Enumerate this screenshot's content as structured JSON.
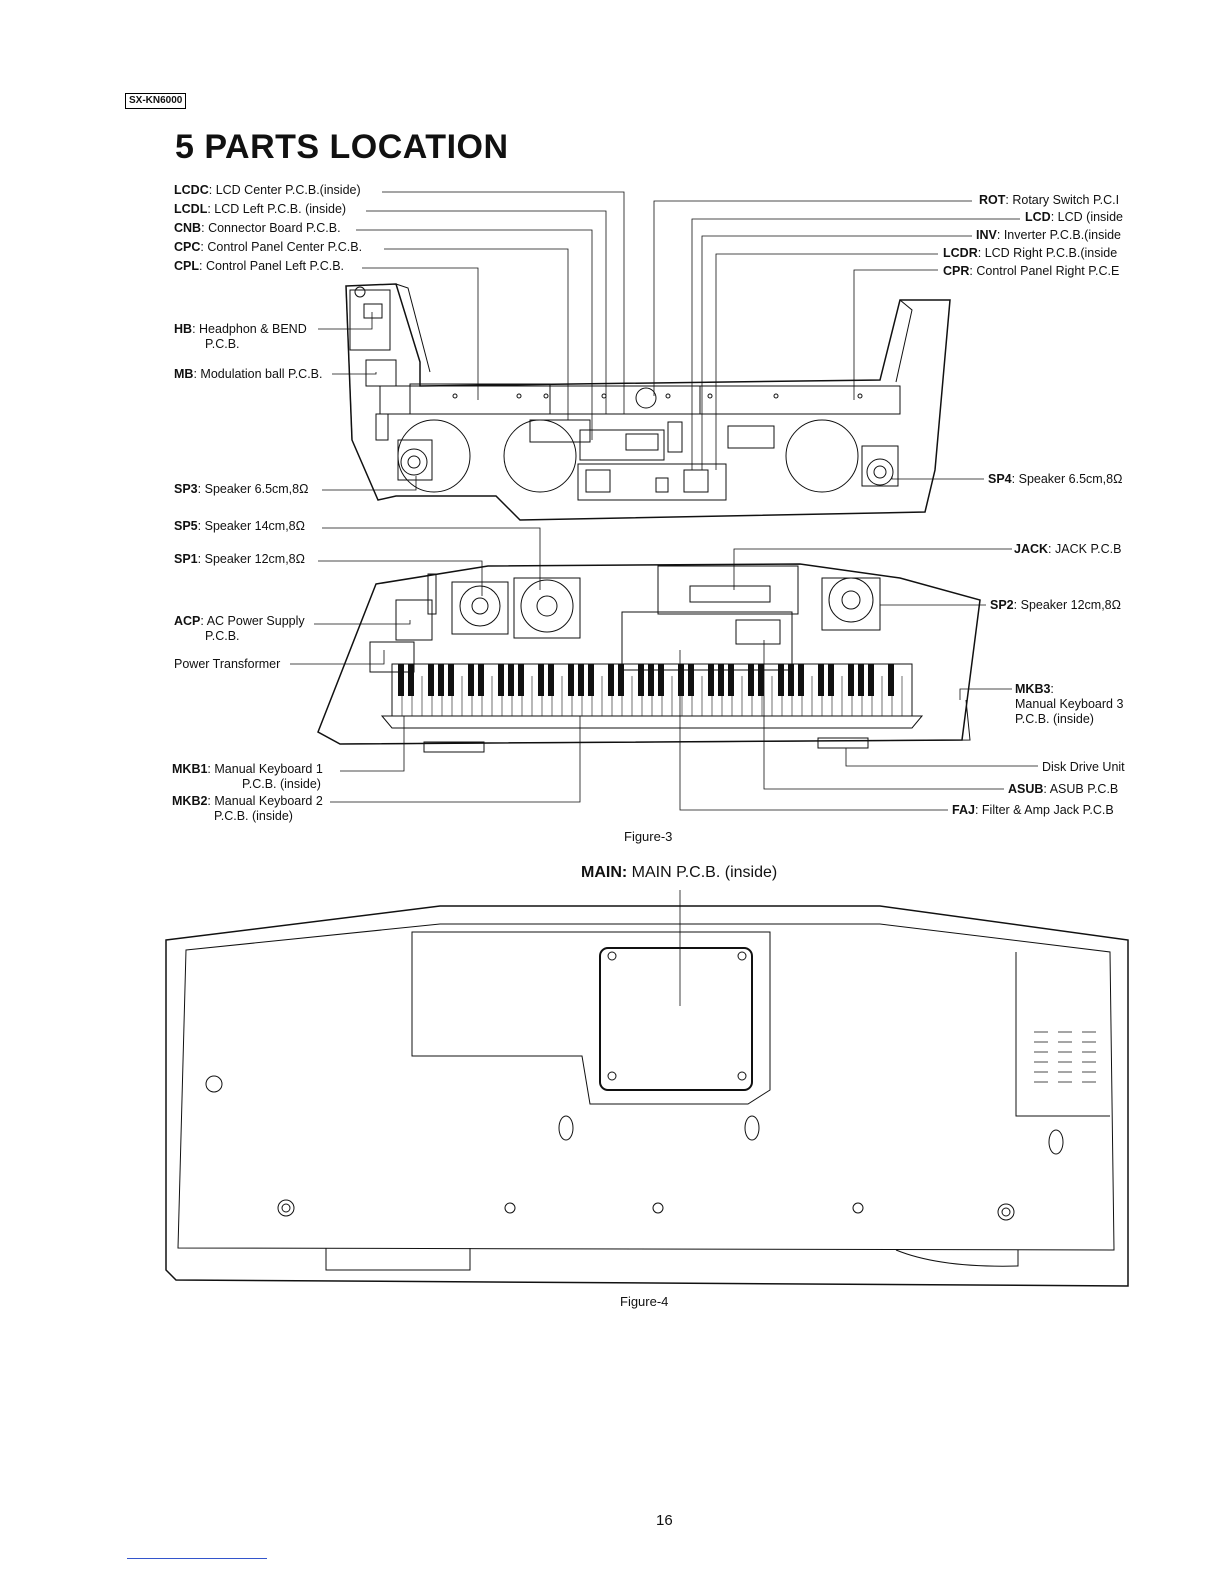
{
  "header": {
    "model": "SX-KN6000"
  },
  "section": {
    "title": "5 PARTS LOCATION"
  },
  "figure3": {
    "caption": "Figure-3",
    "labels": {
      "lcdc": {
        "code": "LCDC",
        "sep": ":",
        "desc": "LCD Center P.C.B.(inside)"
      },
      "lcdl": {
        "code": "LCDL",
        "sep": ":",
        "desc": "LCD Left P.C.B. (inside)"
      },
      "cnb": {
        "code": "CNB",
        "sep": ":",
        "desc": "Connector Board P.C.B."
      },
      "cpc": {
        "code": "CPC",
        "sep": ":",
        "desc": "Control Panel Center P.C.B."
      },
      "cpl": {
        "code": "CPL",
        "sep": ":",
        "desc": "Control Panel Left P.C.B."
      },
      "hb": {
        "code": "HB",
        "sep": ":",
        "desc": "Headphon & BEND",
        "desc2": "P.C.B."
      },
      "mb": {
        "code": "MB",
        "sep": ":",
        "desc": "Modulation ball P.C.B."
      },
      "sp3": {
        "code": "SP3",
        "sep": ":",
        "desc": "Speaker 6.5cm,8Ω"
      },
      "sp5": {
        "code": "SP5",
        "sep": ":",
        "desc": "Speaker 14cm,8Ω"
      },
      "sp1": {
        "code": "SP1",
        "sep": ":",
        "desc": "Speaker 12cm,8Ω"
      },
      "acp": {
        "code": "ACP",
        "sep": ":",
        "desc": "AC Power Supply",
        "desc2": "P.C.B."
      },
      "pt": {
        "desc": "Power Transformer"
      },
      "mkb1": {
        "code": "MKB1",
        "sep": ":",
        "desc": "Manual Keyboard 1",
        "desc2": "P.C.B. (inside)"
      },
      "mkb2": {
        "code": "MKB2",
        "sep": ":",
        "desc": "Manual Keyboard 2",
        "desc2": "P.C.B. (inside)"
      },
      "rot": {
        "code": "ROT",
        "sep": ":",
        "desc": "Rotary Switch P.C.I"
      },
      "lcd": {
        "code": "LCD",
        "sep": ":",
        "desc": "LCD (inside"
      },
      "inv": {
        "code": "INV",
        "sep": ":",
        "desc": "Inverter P.C.B.(inside"
      },
      "lcdr": {
        "code": "LCDR",
        "sep": ":",
        "desc": "LCD Right P.C.B.(inside"
      },
      "cpr": {
        "code": "CPR",
        "sep": ":",
        "desc": "Control Panel Right P.C.E"
      },
      "sp4": {
        "code": "SP4",
        "sep": ":",
        "desc": "Speaker 6.5cm,8Ω"
      },
      "jack": {
        "code": "JACK",
        "sep": ":",
        "desc": "JACK P.C.B"
      },
      "sp2": {
        "code": "SP2",
        "sep": ":",
        "desc": "Speaker 12cm,8Ω"
      },
      "mkb3": {
        "code": "MKB3",
        "sep": ":",
        "desc": "Manual Keyboard 3",
        "desc2": "P.C.B. (inside)"
      },
      "ddu": {
        "desc": "Disk Drive Unit"
      },
      "asub": {
        "code": "ASUB",
        "sep": ":",
        "desc": "ASUB P.C.B"
      },
      "faj": {
        "code": "FAJ",
        "sep": ":",
        "desc": "Filter & Amp Jack P.C.B"
      }
    }
  },
  "figure4": {
    "caption": "Figure-4",
    "main": {
      "code": "MAIN",
      "sep": ":",
      "desc": "MAIN P.C.B. (inside)"
    }
  },
  "footer": {
    "page": "16"
  }
}
